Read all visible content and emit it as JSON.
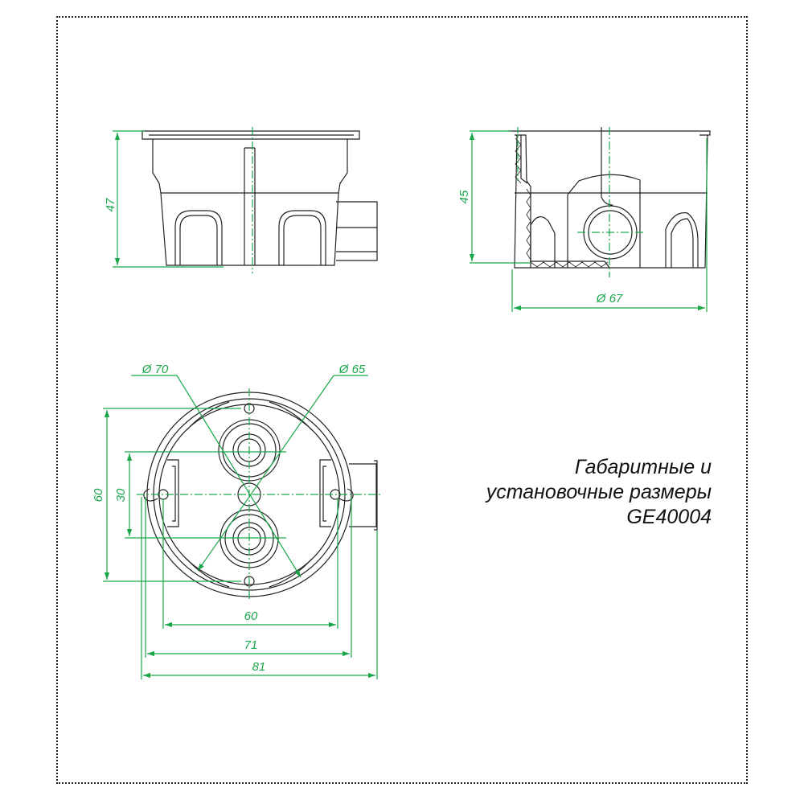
{
  "caption": {
    "line1": "Габаритные и",
    "line2": "установочные размеры",
    "line3": "GE40004"
  },
  "colors": {
    "dimension": "#1aa64a",
    "outline": "#222222",
    "frame": "#222222"
  },
  "views": {
    "side_view": {
      "height_label": "47"
    },
    "section_view": {
      "height_label": "45",
      "diameter_label": "Ø 67"
    },
    "top_view": {
      "outer_diameter_label": "Ø 70",
      "inner_diameter_label": "Ø 65",
      "vertical_outer_label": "60",
      "vertical_inner_label": "30",
      "horizontal_labels": [
        "60",
        "71",
        "81"
      ]
    }
  }
}
